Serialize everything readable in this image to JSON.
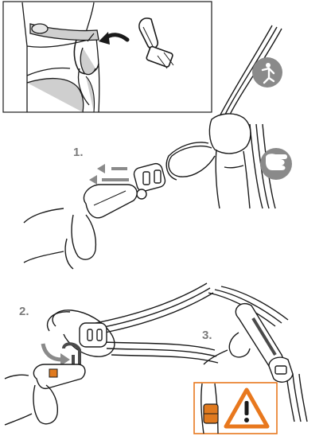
{
  "steps": [
    {
      "label": "1."
    },
    {
      "label": "2."
    },
    {
      "label": "3."
    }
  ],
  "icons": {
    "climber": "climber-icon",
    "hand_grip": "hand-grip-icon",
    "warning": "warning-icon"
  },
  "colors": {
    "line": "#1a1a1a",
    "gray_icon": "#8a8a8a",
    "harness_fill": "#cfcfcf",
    "gate_orange": "#e07a1f",
    "warning_orange": "#e8781e",
    "label_gray": "#7a7a7a"
  }
}
